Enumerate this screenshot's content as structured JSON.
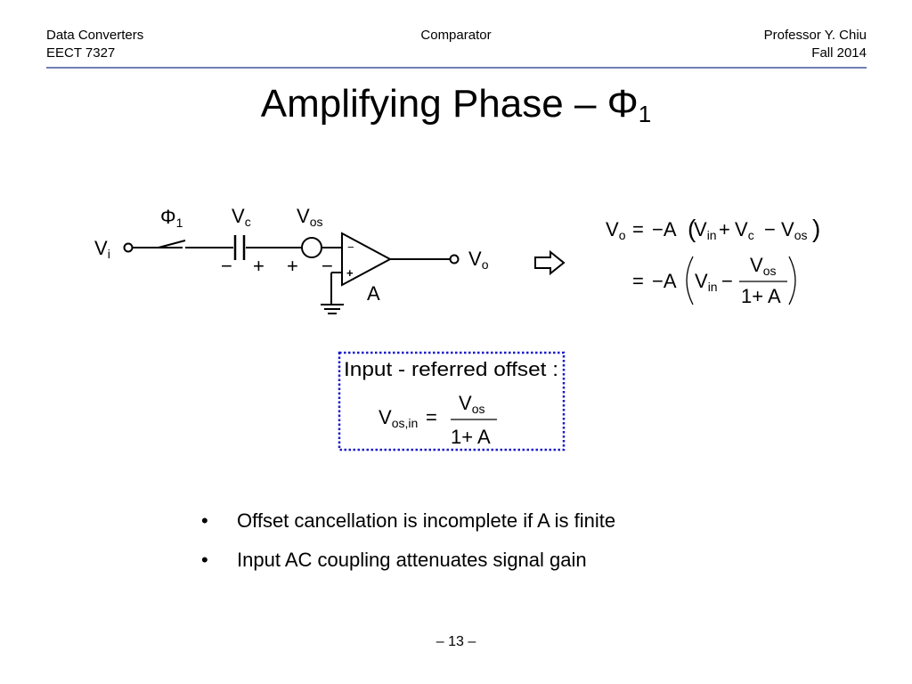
{
  "header": {
    "left_line1": "Data Converters",
    "left_line2": "EECT 7327",
    "center": "Comparator",
    "right_line1": "Professor Y. Chiu",
    "right_line2": "Fall 2014"
  },
  "title": {
    "text": "Amplifying Phase – Φ",
    "subscript": "1"
  },
  "diagram": {
    "vi": "V",
    "vi_sub": "i",
    "phi": "Φ",
    "phi_sub": "1",
    "vc": "V",
    "vc_sub": "c",
    "vos": "V",
    "vos_sub": "os",
    "vo": "V",
    "vo_sub": "o",
    "amp": "A",
    "cap_minus": "−",
    "cap_plus": "+",
    "vos_plus": "+",
    "vos_minus": "−",
    "opamp_minus": "−",
    "opamp_plus": "+"
  },
  "equations": {
    "line1_lhs": "V",
    "line1_lhs_sub": "o",
    "eq": "=",
    "neg_a": "−A",
    "vin": "V",
    "vin_sub": "in",
    "plus": "+",
    "vc": "V",
    "vc_sub": "c",
    "minus": "−",
    "vos": "V",
    "vos_sub": "os",
    "one_plus_a": "1+ A"
  },
  "offset_box": {
    "label": "Input - referred offset :",
    "lhs": "V",
    "lhs_sub": "os,in",
    "eq": "=",
    "num": "V",
    "num_sub": "os",
    "den": "1+ A"
  },
  "bullets": [
    "Offset cancellation is incomplete if A is finite",
    "Input AC coupling attenuates signal gain"
  ],
  "bullet_symbol": "•",
  "page_number": "– 13 –",
  "colors": {
    "rule": "#6f7fb4",
    "box_border": "#1a1acc",
    "arrow": "#000000"
  },
  "icons": {
    "implies": "implies-arrow-icon",
    "ground": "ground-icon",
    "switch": "switch-icon"
  }
}
